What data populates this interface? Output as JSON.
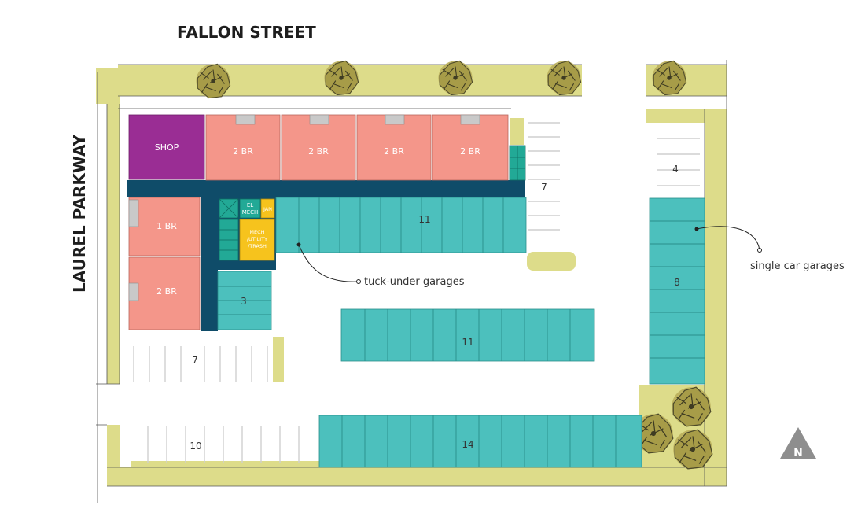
{
  "streets": {
    "north": "FALLON STREET",
    "west": "LAUREL PARKWAY"
  },
  "units": {
    "shop": "SHOP",
    "top_units": [
      "2 BR",
      "2 BR",
      "2 BR",
      "2 BR"
    ],
    "west_unit_upper": "1 BR",
    "west_unit_lower": "2 BR"
  },
  "service_rooms": {
    "el_mech": "EL MECH",
    "jan": "JAN",
    "mech_line1": "MECH",
    "mech_line2": "/UTILITY",
    "mech_line3": "/TRASH"
  },
  "parking_counts": {
    "north_lot": "7",
    "tuck_under": "11",
    "small_garage": "3",
    "center_row": "11",
    "west_lot": "7",
    "southwest_lot": "10",
    "south_row": "14",
    "east_lot": "4",
    "single_garages": "8"
  },
  "callouts": {
    "tuck_under": "tuck-under garages",
    "single_car": "single car garages"
  },
  "north_arrow": "N",
  "colors": {
    "landscape": "#dddc8a",
    "unit": "#f4968a",
    "shop": "#9a2d94",
    "corridor": "#0f4c69",
    "garage": "#4cc0bd",
    "service_teal": "#22a996",
    "service_yellow": "#f6c31d",
    "tree": "#b0a552"
  }
}
